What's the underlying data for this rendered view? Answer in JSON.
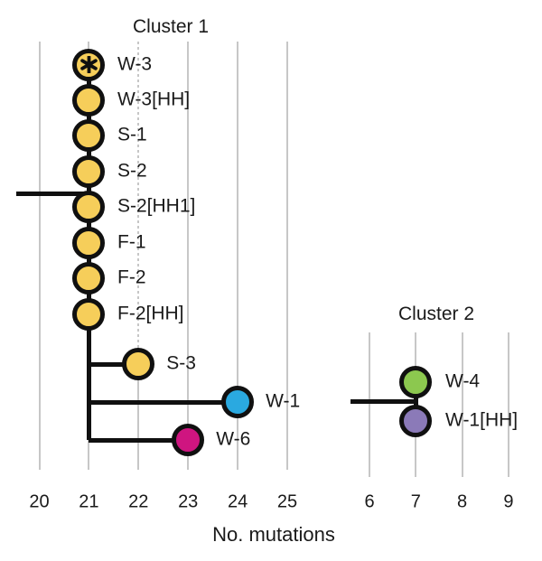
{
  "figure": {
    "xlabel": "No. mutations"
  },
  "chart_data": {
    "type": "scatter",
    "description": "Two phylogenetic-style cluster diagrams of specimens plotted by number of mutations",
    "xlabel": "No. mutations",
    "grid": "vertical gridlines on",
    "colors": {
      "yellow": "#F6CE5A",
      "blue": "#2AA9E0",
      "magenta": "#CF1580",
      "green": "#8CC84F",
      "purple": "#8B7AB8",
      "line_black": "#101010",
      "grid_gray": "#c7c7c7"
    },
    "clusters": [
      {
        "name": "Cluster 1",
        "axis_ticks": [
          20,
          21,
          22,
          23,
          24,
          25
        ],
        "chain": [
          {
            "label": "W-3",
            "mutations": 21,
            "color": "#F6CE5A",
            "marker": "asterisk"
          },
          {
            "label": "W-3[HH]",
            "mutations": 21,
            "color": "#F6CE5A"
          },
          {
            "label": "S-1",
            "mutations": 21,
            "color": "#F6CE5A"
          },
          {
            "label": "S-2",
            "mutations": 21,
            "color": "#F6CE5A"
          },
          {
            "label": "S-2[HH1]",
            "mutations": 21,
            "color": "#F6CE5A"
          },
          {
            "label": "F-1",
            "mutations": 21,
            "color": "#F6CE5A"
          },
          {
            "label": "F-2",
            "mutations": 21,
            "color": "#F6CE5A"
          },
          {
            "label": "F-2[HH]",
            "mutations": 21,
            "color": "#F6CE5A"
          }
        ],
        "branches": [
          {
            "label": "S-3",
            "mutations": 22,
            "color": "#F6CE5A"
          },
          {
            "label": "W-1",
            "mutations": 24,
            "color": "#2AA9E0"
          },
          {
            "label": "W-6",
            "mutations": 23,
            "color": "#CF1580"
          }
        ],
        "root_line_between": [
          "S-2",
          "S-2[HH1]"
        ]
      },
      {
        "name": "Cluster 2",
        "axis_ticks": [
          6,
          7,
          8,
          9
        ],
        "chain": [
          {
            "label": "W-4",
            "mutations": 7,
            "color": "#8CC84F"
          },
          {
            "label": "W-1[HH]",
            "mutations": 7,
            "color": "#8B7AB8"
          }
        ],
        "branches": [],
        "root_line_between": [
          "W-4",
          "W-1[HH]"
        ]
      }
    ],
    "marker_legend": {
      "asterisk": "*"
    }
  }
}
